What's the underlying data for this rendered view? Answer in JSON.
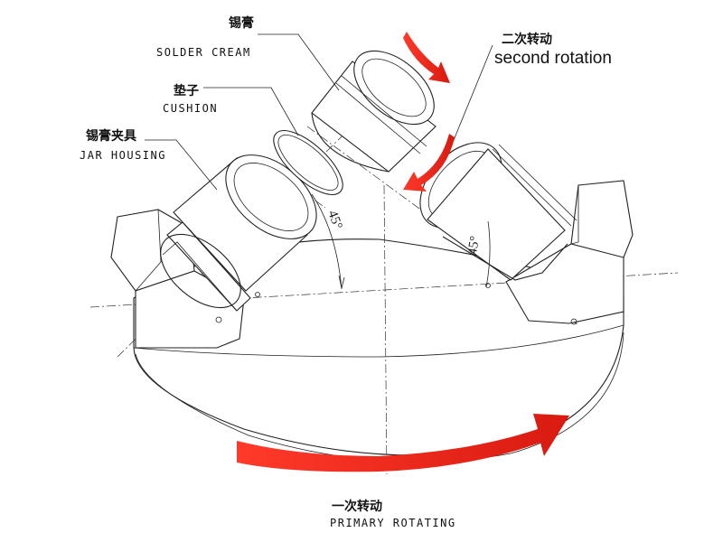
{
  "labels": {
    "solder_cream_zh": "锡膏",
    "solder_cream_en": "SOLDER CREAM",
    "cushion_zh": "垫子",
    "cushion_en": "CUSHION",
    "jar_housing_zh": "锡膏夹具",
    "jar_housing_en": "JAR HOUSING",
    "second_rotation_zh": "二次转动",
    "second_rotation_en": "second rotation",
    "primary_rotating_zh": "一次转动",
    "primary_rotating_en": "PRIMARY ROTATING",
    "angle_left": "45°",
    "angle_right": "45°"
  },
  "colors": {
    "arrow": "#e5251b",
    "line": "#222222"
  }
}
